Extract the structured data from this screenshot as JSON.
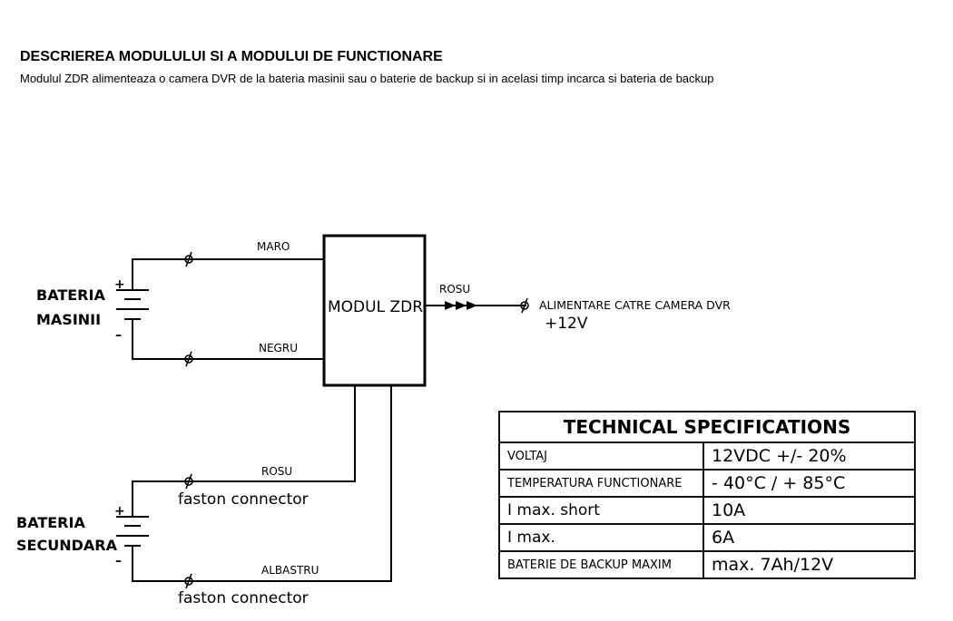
{
  "header": {
    "title": "DESCRIEREA MODULULUI SI A MODULUI DE FUNCTIONARE",
    "subtitle": "Modulul ZDR alimenteaza o camera DVR de la bateria masinii sau o baterie de backup si in acelasi timp incarca si bateria de backup"
  },
  "diagram": {
    "module": "MODUL ZDR",
    "battery1": {
      "line1": "BATERIA",
      "line2": "MASINII",
      "plus": "+",
      "minus": "–"
    },
    "battery2": {
      "line1": "BATERIA",
      "line2": "SECUNDARA",
      "plus": "+",
      "minus": "–"
    },
    "wires": {
      "maro": "MARO",
      "negru": "NEGRU",
      "rosu_out": "ROSU",
      "rosu": "ROSU",
      "albastru": "ALBASTRU"
    },
    "output": {
      "label": "ALIMENTARE CATRE CAMERA DVR",
      "voltage": "+12V"
    },
    "connector_label": "faston connector"
  },
  "specs": {
    "title": "TECHNICAL SPECIFICATIONS",
    "rows": [
      {
        "k": "VOLTAJ",
        "v": "12VDC +/- 20%"
      },
      {
        "k": "TEMPERATURA FUNCTIONARE",
        "v": "- 40°C / + 85°C"
      },
      {
        "k": "I max. short",
        "v": "10A"
      },
      {
        "k": "I max.",
        "v": "6A"
      },
      {
        "k": "BATERIE DE BACKUP MAXIM",
        "v": "max. 7Ah/12V"
      }
    ]
  }
}
